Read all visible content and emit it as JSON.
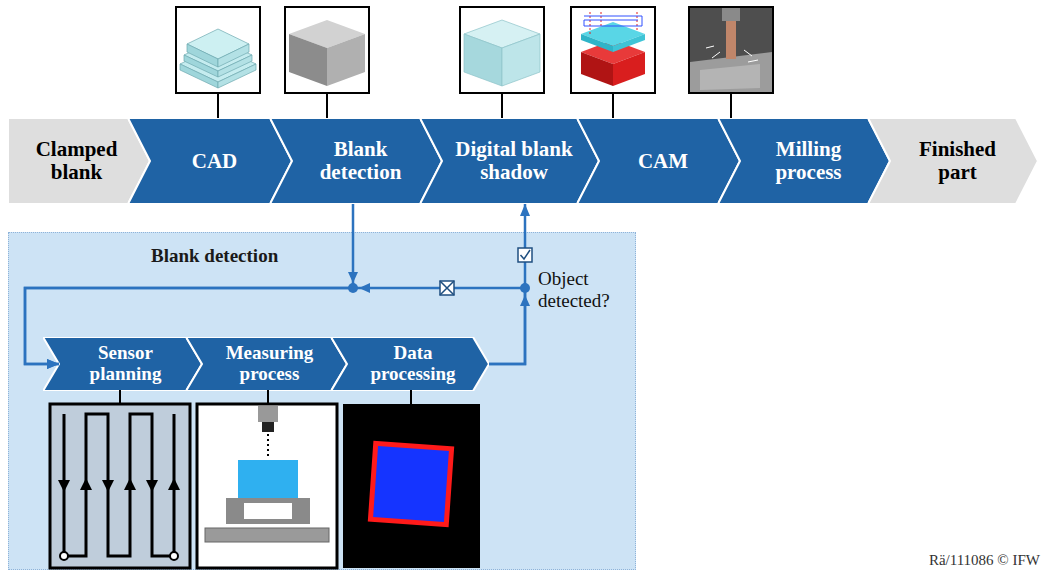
{
  "diagram": {
    "nodes": [
      {
        "text": [
          "Clamped blank"
        ]
      },
      {
        "text": [
          "CAD"
        ]
      },
      {
        "text": [
          "Blank detection"
        ]
      },
      {
        "text": [
          "Digital blank shadow"
        ]
      },
      {
        "text": [
          "CAM"
        ]
      },
      {
        "text": [
          "Milling process"
        ]
      },
      {
        "text": [
          "Finished part"
        ]
      },
      {
        "text": [
          "Blank detection"
        ]
      },
      {
        "text": [
          "Sensor planning"
        ],
        "in": 7
      },
      {
        "text": [
          "Measuring process"
        ],
        "in": 7
      },
      {
        "text": [
          "Data processing"
        ],
        "in": 7
      }
    ],
    "edges": [
      {
        "from": 2,
        "to": 8,
        "arrow": "to"
      },
      {
        "from": 10,
        "to": 3,
        "arrow": "to"
      },
      {
        "from": 10,
        "to": 8,
        "arrow": "to"
      }
    ],
    "labels": [
      "Object detected?",
      "Rä/111086 © IFW"
    ]
  }
}
